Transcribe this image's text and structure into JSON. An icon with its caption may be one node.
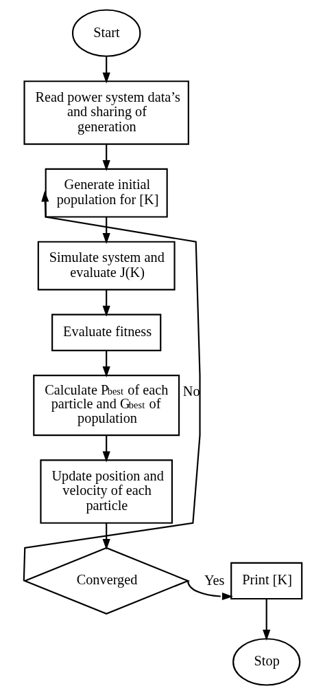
{
  "diagram": {
    "nodes": [
      {
        "text": [
          "Start"
        ]
      },
      {
        "text": [
          "Read power system data’s and sharing of generation"
        ]
      },
      {
        "text": [
          "Generate initial population for [K]"
        ]
      },
      {
        "text": [
          "Simulate system and evaluate J(K)"
        ]
      },
      {
        "text": [
          "Evaluate fitness"
        ]
      },
      {
        "text": [
          "Calculate P$_{best}$ of each particle and G$_{best}$ of population"
        ]
      },
      {
        "text": [
          "Update position and velocity of each particle"
        ]
      },
      {
        "text": [
          "Converged"
        ]
      },
      {
        "text": [
          "Print [K]"
        ]
      },
      {
        "text": [
          "Stop"
        ]
      }
    ],
    "edges": [
      {
        "from": 0,
        "to": 1,
        "arrow": "to"
      },
      {
        "from": 1,
        "to": 2,
        "arrow": "to"
      },
      {
        "from": 2,
        "to": 3,
        "arrow": "to"
      },
      {
        "from": 3,
        "to": 4,
        "arrow": "to"
      },
      {
        "from": 4,
        "to": 5,
        "arrow": "to"
      },
      {
        "from": 5,
        "to": 6,
        "arrow": "to"
      },
      {
        "from": 6,
        "to": 7,
        "arrow": "to"
      },
      {
        "from": 7,
        "to": 2,
        "arrow": "to",
        "label": "No"
      },
      {
        "from": 7,
        "to": 8,
        "arrow": "to",
        "label": "Yes"
      },
      {
        "from": 8,
        "to": 9,
        "arrow": "to"
      }
    ]
  }
}
